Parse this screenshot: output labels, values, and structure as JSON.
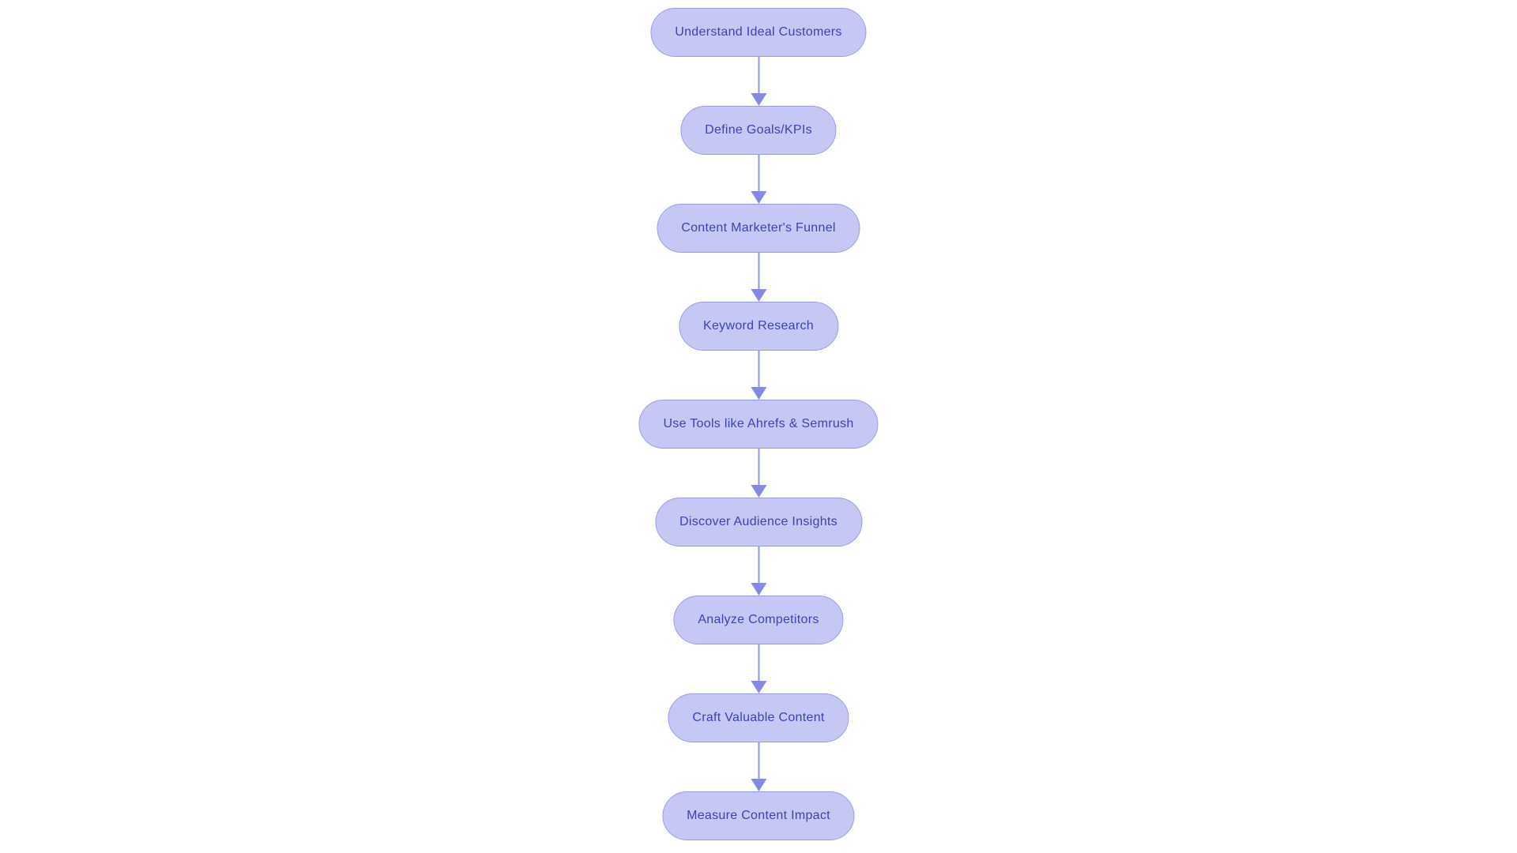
{
  "diagram": {
    "type": "flowchart",
    "direction": "top-down",
    "nodes": [
      {
        "id": "n1",
        "label": "Understand Ideal Customers"
      },
      {
        "id": "n2",
        "label": "Define Goals/KPIs"
      },
      {
        "id": "n3",
        "label": "Content Marketer's Funnel"
      },
      {
        "id": "n4",
        "label": "Keyword Research"
      },
      {
        "id": "n5",
        "label": "Use Tools like Ahrefs & Semrush"
      },
      {
        "id": "n6",
        "label": "Discover Audience Insights"
      },
      {
        "id": "n7",
        "label": "Analyze Competitors"
      },
      {
        "id": "n8",
        "label": "Craft Valuable Content"
      },
      {
        "id": "n9",
        "label": "Measure Content Impact"
      }
    ],
    "edges": [
      {
        "from": "n1",
        "to": "n2"
      },
      {
        "from": "n2",
        "to": "n3"
      },
      {
        "from": "n3",
        "to": "n4"
      },
      {
        "from": "n4",
        "to": "n5"
      },
      {
        "from": "n5",
        "to": "n6"
      },
      {
        "from": "n6",
        "to": "n7"
      },
      {
        "from": "n7",
        "to": "n8"
      },
      {
        "from": "n8",
        "to": "n9"
      }
    ],
    "colors": {
      "background": "#ffffff",
      "node_fill": "#c5c8f5",
      "node_border": "#979ce8",
      "node_text": "#3b41b0",
      "arrow_line": "#9196e6",
      "arrow_head": "#858be4"
    }
  }
}
